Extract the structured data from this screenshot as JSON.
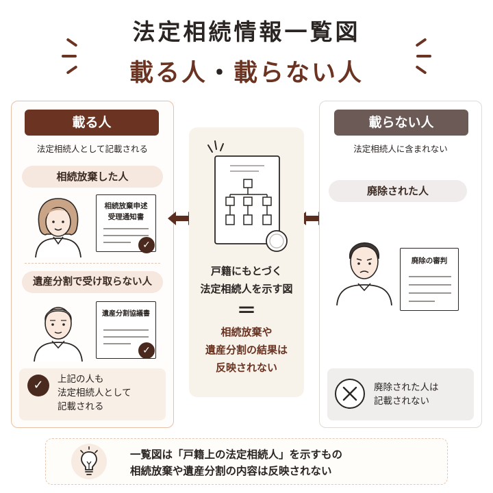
{
  "header": {
    "title": "法定相続情報一覧図",
    "subtitle_accent_1": "載る人",
    "subtitle_separator": "・",
    "subtitle_accent_2": "載らない人"
  },
  "left_panel": {
    "header": "載る人",
    "subtitle": "法定相続人として記載される",
    "case1": {
      "label": "相続放棄した人",
      "document_title_line1": "相続放棄申述",
      "document_title_line2": "受理通知書"
    },
    "case2": {
      "label": "遺産分割で受け取らない人",
      "document_title": "遺産分割協議書"
    },
    "note_line1": "上記の人も",
    "note_line2": "法定相続人として",
    "note_line3": "記載される"
  },
  "middle_panel": {
    "line1": "戸籍にもとづく",
    "line2": "法定相続人を示す図",
    "equals": "＝",
    "result_line1": "相続放棄や",
    "result_line2": "遺産分割の結果は",
    "result_line3": "反映されない"
  },
  "right_panel": {
    "header": "載らない人",
    "subtitle": "法定相続人に含まれない",
    "case_label": "廃除された人",
    "document_title": "廃除の審判",
    "note_line1": "廃除された人は",
    "note_line2": "記載されない"
  },
  "footer": {
    "line1": "一覧図は「戸籍上の法定相続人」を示すもの",
    "line2": "相続放棄や遺産分割の内容は反映されない"
  },
  "icons": {
    "check": "check-icon",
    "cross": "cross-icon",
    "bulb": "lightbulb-icon",
    "arrows": "double-arrow-icon"
  },
  "colors": {
    "accent": "#6a3322",
    "dark_header": "#6b5a55",
    "text": "#2a2522"
  }
}
